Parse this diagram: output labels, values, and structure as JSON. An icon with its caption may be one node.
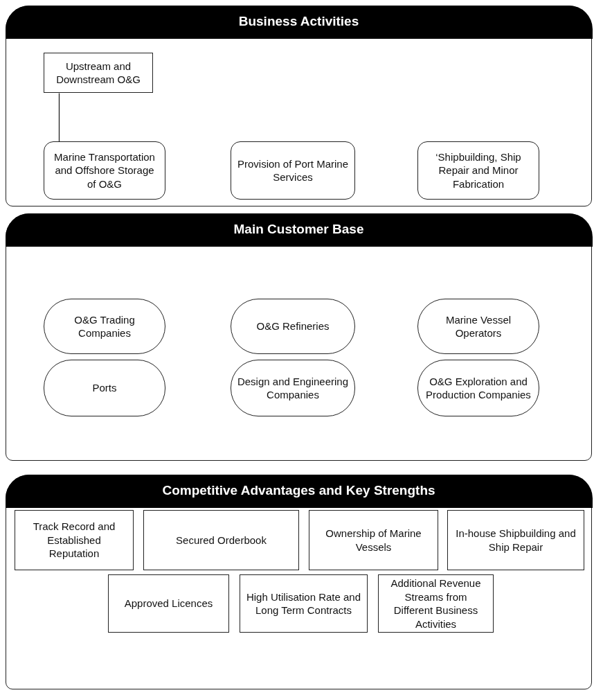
{
  "diagram": {
    "nodes": [
      {
        "text": [
          "Business Activities"
        ]
      },
      {
        "text": [
          "Upstream and Downstream O&G"
        ],
        "in": 0
      },
      {
        "text": [
          "Marine Transportation and Offshore Storage of O&G"
        ],
        "in": 0
      },
      {
        "text": [
          "Provision of Port Marine Services"
        ],
        "in": 0
      },
      {
        "text": [
          "‘Shipbuilding, Ship Repair and Minor Fabrication"
        ],
        "in": 0
      },
      {
        "text": [
          "Main Customer Base"
        ]
      },
      {
        "text": [
          "O&G Trading Companies"
        ],
        "in": 5
      },
      {
        "text": [
          "O&G Refineries"
        ],
        "in": 5
      },
      {
        "text": [
          "Marine Vessel Operators"
        ],
        "in": 5
      },
      {
        "text": [
          "Ports"
        ],
        "in": 5
      },
      {
        "text": [
          "Design and Engineering Companies"
        ],
        "in": 5
      },
      {
        "text": [
          "O&G Exploration and Production Companies"
        ],
        "in": 5
      },
      {
        "text": [
          "Competitive Advantages and Key Strengths"
        ]
      },
      {
        "text": [
          "Track Record and Established Reputation"
        ],
        "in": 12
      },
      {
        "text": [
          "Secured Orderbook"
        ],
        "in": 12
      },
      {
        "text": [
          "Ownership of Marine Vessels"
        ],
        "in": 12
      },
      {
        "text": [
          "In-house Shipbuilding and Ship Repair"
        ],
        "in": 12
      },
      {
        "text": [
          "Approved Licences"
        ],
        "in": 12
      },
      {
        "text": [
          "High Utilisation Rate and Long Term Contracts"
        ],
        "in": 12
      },
      {
        "text": [
          "Additional Revenue Streams from Different Business Activities"
        ],
        "in": 12
      }
    ],
    "edges": [
      {
        "from": 1,
        "to": 2,
        "arrow": "none"
      }
    ]
  }
}
